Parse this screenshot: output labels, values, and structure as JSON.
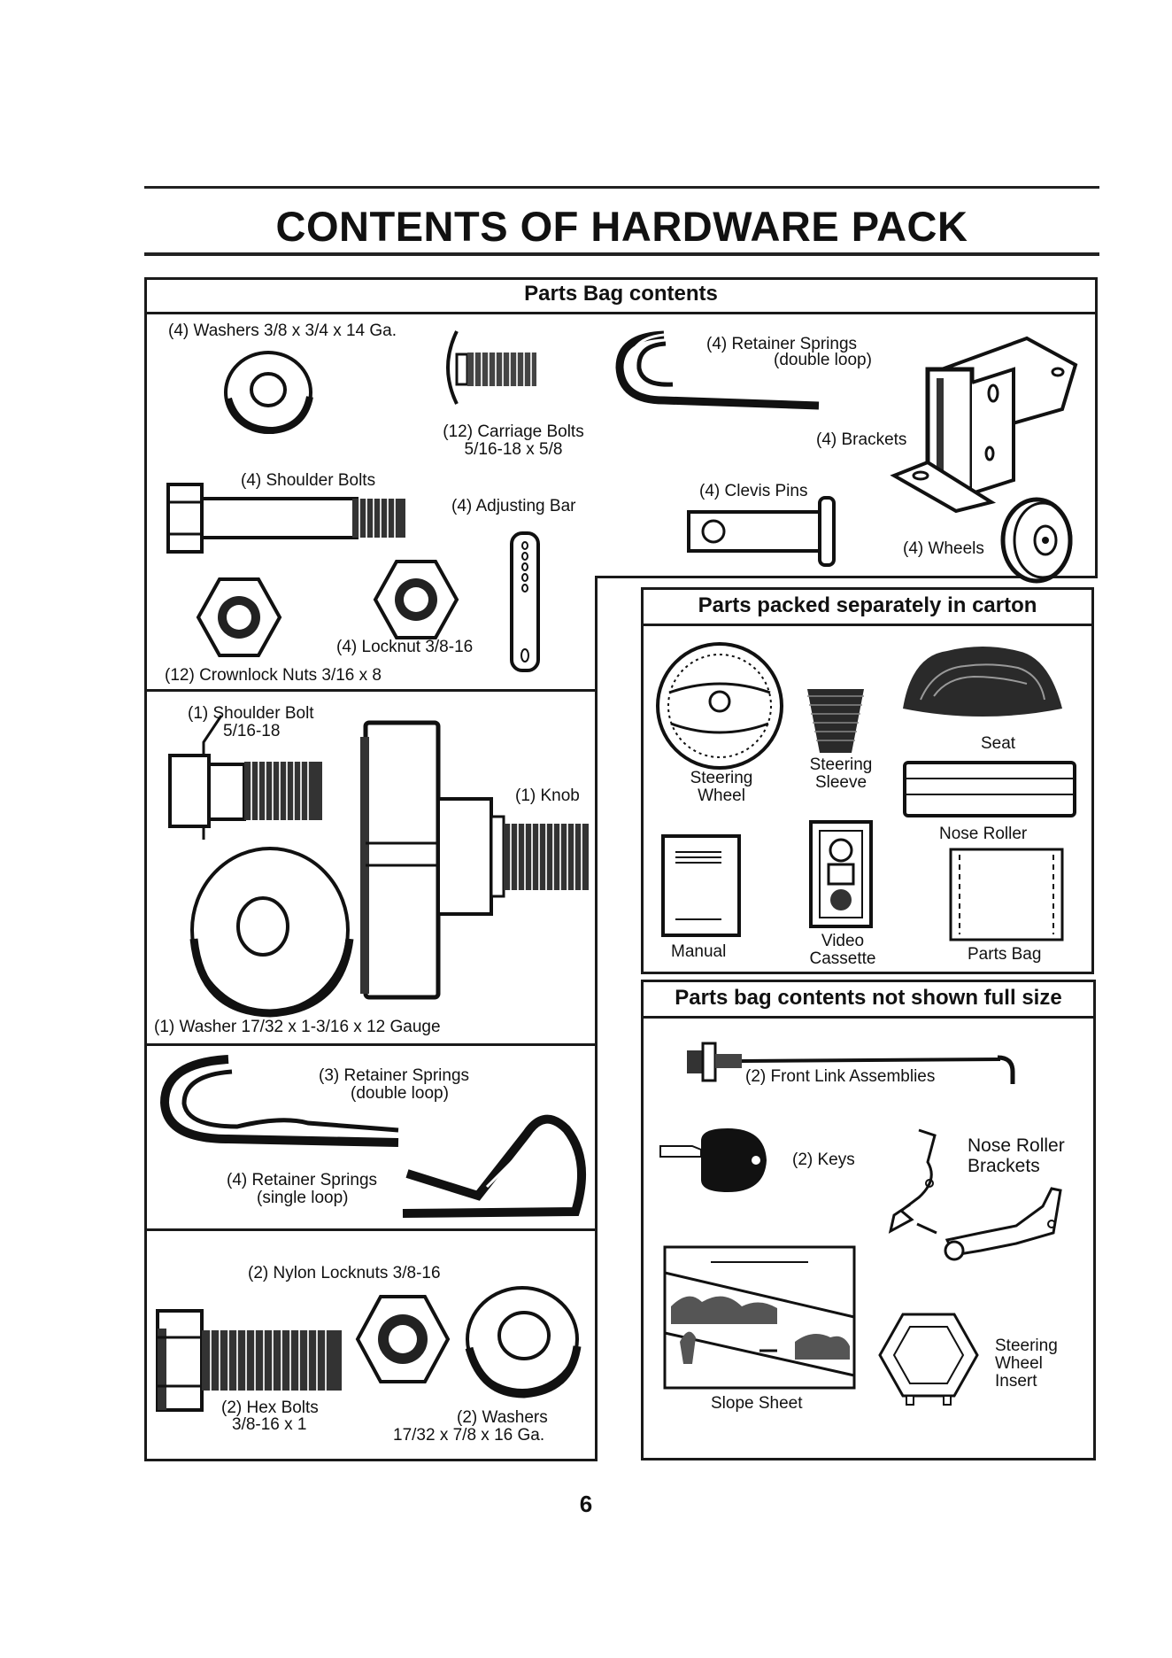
{
  "title": "CONTENTS OF HARDWARE PACK",
  "page_number": "6",
  "parts_bag": {
    "header": "Parts Bag contents",
    "washers": "(4) Washers  3/8 x 3/4 x 14 Ga.",
    "carriage_bolts": "(12) Carriage Bolts",
    "carriage_bolts_size": "5/16-18 x 5/8",
    "retainer_springs": "(4)  Retainer Springs",
    "retainer_springs_type": "(double loop)",
    "brackets": "(4) Brackets",
    "shoulder_bolts": "(4) Shoulder Bolts",
    "adjusting_bar": "(4) Adjusting Bar",
    "clevis_pins": "(4) Clevis Pins",
    "wheels": "(4) Wheels",
    "locknut": "(4) Locknut  3/8-16",
    "crownlock_nuts": "(12) Crownlock Nuts  3/16 x 8"
  },
  "panel_shoulder": {
    "shoulder_bolt": "(1) Shoulder Bolt",
    "shoulder_bolt_size": "5/16-18",
    "knob": "(1) Knob",
    "washer": "(1) Washer  17/32 x 1-3/16 x 12 Gauge"
  },
  "panel_springs": {
    "double_loop": "(3)  Retainer Springs",
    "double_loop_type": "(double loop)",
    "single_loop": "(4)  Retainer Springs",
    "single_loop_type": "(single loop)"
  },
  "panel_bolts": {
    "nylon_locknuts": "(2) Nylon Locknuts 3/8-16",
    "hex_bolts": "(2) Hex Bolts",
    "hex_bolts_size": "3/8-16 x 1",
    "washers": "(2) Washers",
    "washers_size": "17/32 x 7/8 x 16 Ga."
  },
  "carton": {
    "header": "Parts packed separately in carton",
    "seat": "Seat",
    "steering_sleeve": [
      "Steering",
      "Sleeve"
    ],
    "steering_wheel": [
      "Steering",
      "Wheel"
    ],
    "nose_roller": "Nose Roller",
    "manual": "Manual",
    "video_cassette": [
      "Video",
      "Cassette"
    ],
    "parts_bag": "Parts Bag"
  },
  "not_full_size": {
    "header": "Parts bag contents not shown full size",
    "front_link": "(2) Front Link Assemblies",
    "keys": "(2) Keys",
    "nose_roller_brackets": [
      "Nose Roller",
      "Brackets"
    ],
    "slope_sheet": "Slope Sheet",
    "steering_wheel_insert": [
      "Steering",
      "Wheel",
      "Insert"
    ]
  }
}
